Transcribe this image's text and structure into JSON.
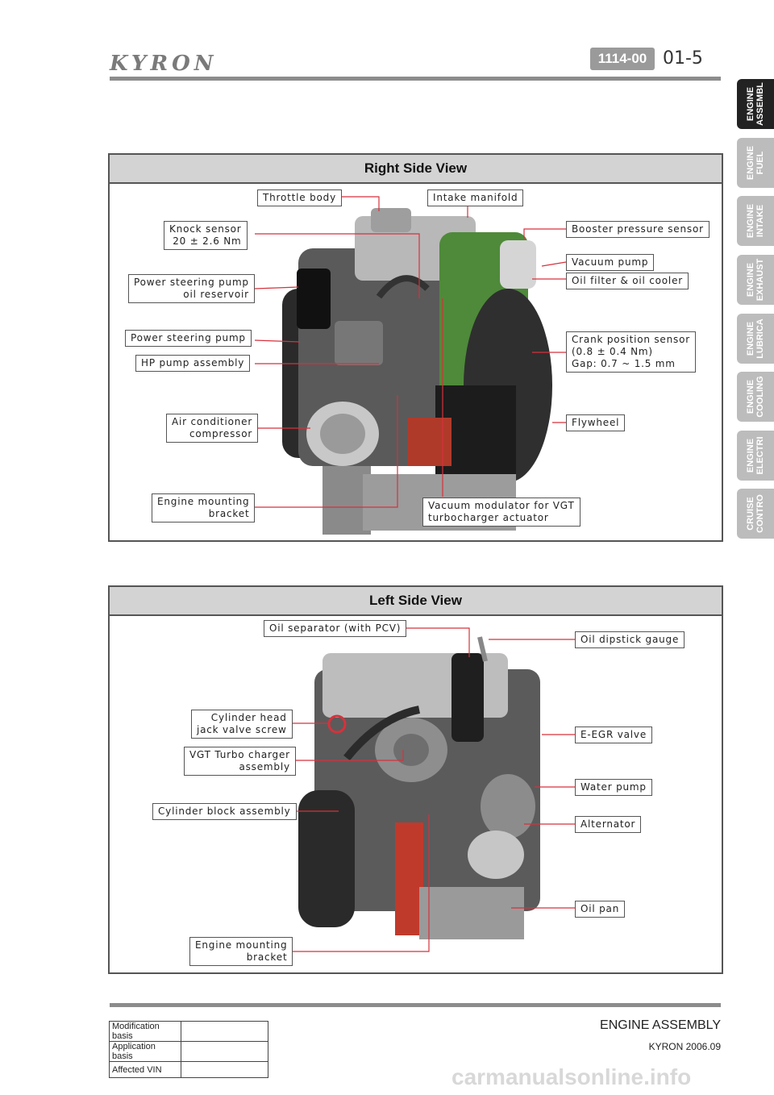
{
  "header": {
    "logo": "KYRON",
    "code": "1114-00",
    "page": "01-5"
  },
  "side_tabs": [
    {
      "label": "ENGINE\nASSEMBL",
      "active": true
    },
    {
      "label": "ENGINE\nFUEL",
      "active": false
    },
    {
      "label": "ENGINE\nINTAKE",
      "active": false
    },
    {
      "label": "ENGINE\nEXHAUST",
      "active": false
    },
    {
      "label": "ENGINE\nLUBRICA",
      "active": false
    },
    {
      "label": "ENGINE\nCOOLING",
      "active": false
    },
    {
      "label": "ENGINE\nELECTRI",
      "active": false
    },
    {
      "label": "CRUISE\nCONTRO",
      "active": false
    }
  ],
  "right_view": {
    "title": "Right Side View",
    "labels": {
      "throttle_body": "Throttle body",
      "intake_manifold": "Intake manifold",
      "knock_sensor": "Knock sensor\n20 ± 2.6 Nm",
      "booster_pressure_sensor": "Booster pressure sensor",
      "vacuum_pump": "Vacuum pump",
      "oil_filter": "Oil filter & oil cooler",
      "ps_reservoir": "Power steering pump\noil reservoir",
      "ps_pump": "Power steering pump",
      "hp_pump": "HP pump assembly",
      "crank_sensor": "Crank position sensor\n(0.8 ± 0.4 Nm)\nGap: 0.7 ~ 1.5 mm",
      "ac_compressor": "Air conditioner\ncompressor",
      "flywheel": "Flywheel",
      "mount_bracket": "Engine mounting\nbracket",
      "vacuum_modulator": "Vacuum modulator for VGT\nturbocharger actuator"
    }
  },
  "left_view": {
    "title": "Left Side View",
    "labels": {
      "oil_separator": "Oil separator (with PCV)",
      "dipstick": "Oil dipstick gauge",
      "cyl_head_screw": "Cylinder head\njack valve screw",
      "egr_valve": "E-EGR valve",
      "vgt_turbo": "VGT Turbo charger\nassembly",
      "water_pump": "Water pump",
      "cyl_block": "Cylinder block assembly",
      "alternator": "Alternator",
      "oil_pan": "Oil pan",
      "mount_bracket": "Engine mounting\nbracket"
    }
  },
  "footer": {
    "title": "ENGINE ASSEMBLY",
    "subtitle": "KYRON 2006.09",
    "mod_table": [
      "Modification basis",
      "Application basis",
      "Affected VIN"
    ]
  },
  "colors": {
    "leader": "#d6323c",
    "panel_header": "#d3d3d3",
    "tab_active": "#222222",
    "tab_inactive": "#bcbcbc"
  },
  "watermark": "carmanualsonline.info"
}
